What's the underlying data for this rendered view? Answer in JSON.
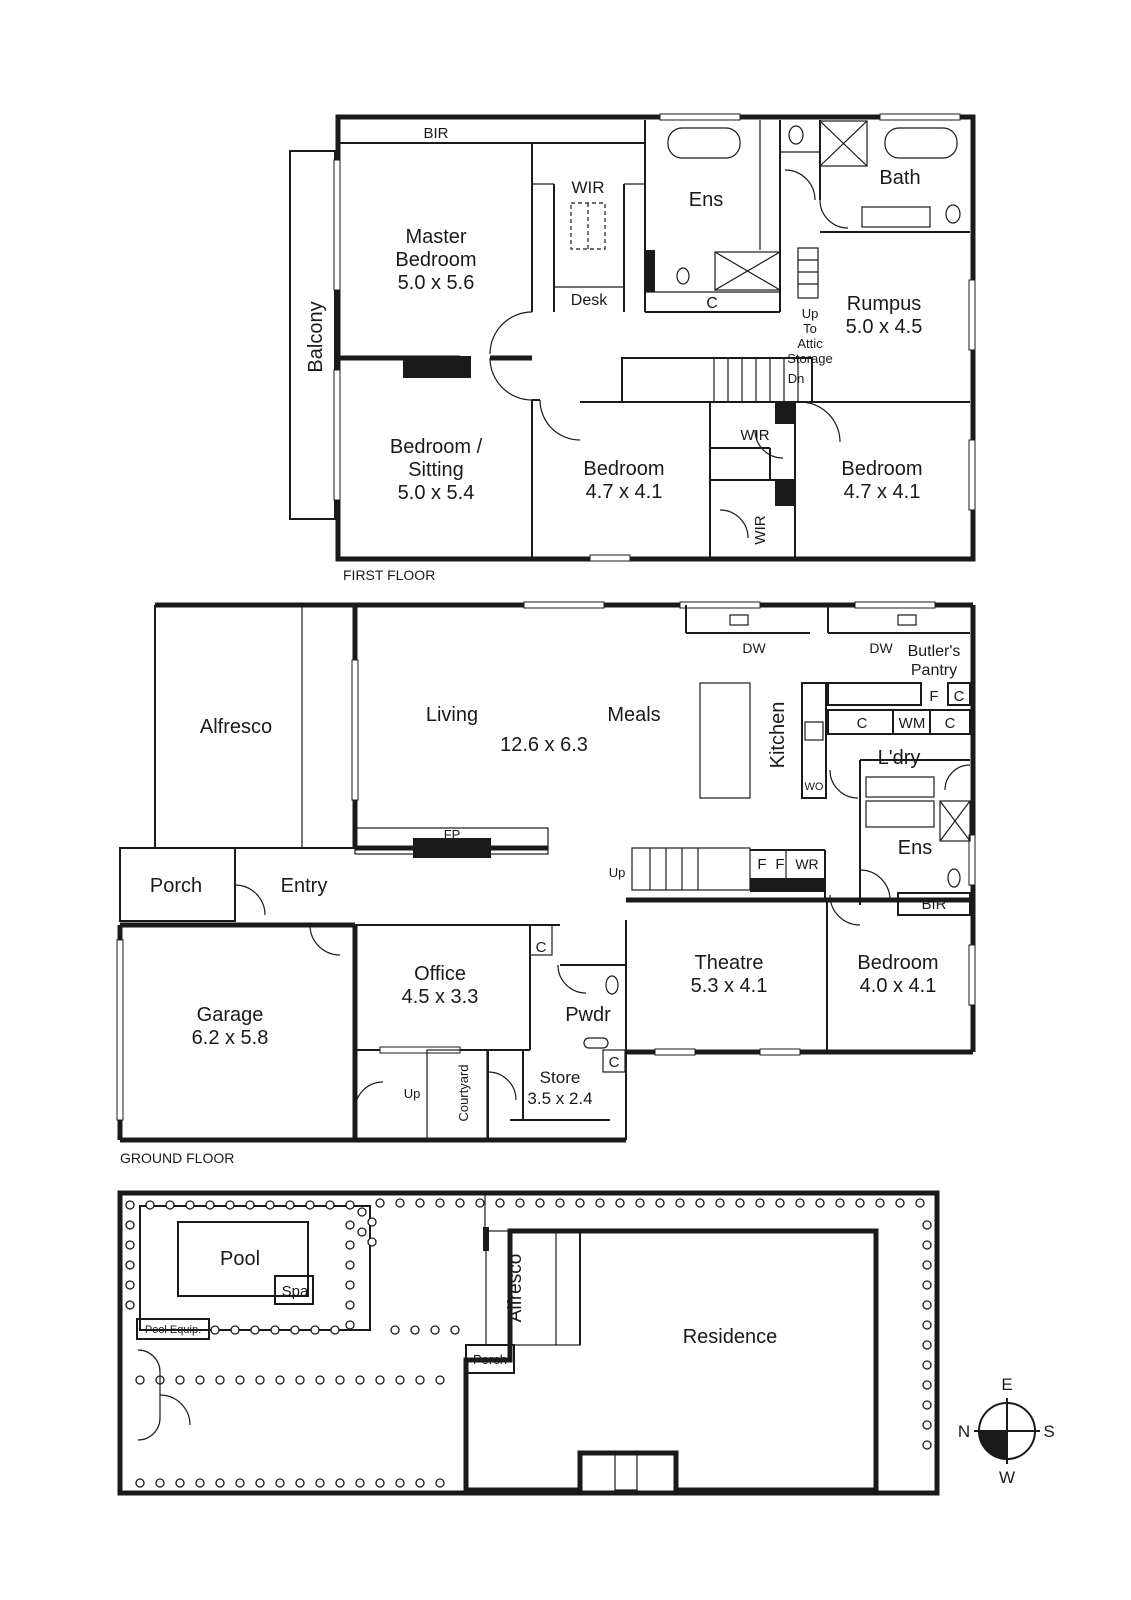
{
  "first_floor": {
    "caption": "FIRST FLOOR",
    "rooms": {
      "bir": "BIR",
      "wir": "WIR",
      "desk": "Desk",
      "ens": "Ens",
      "c": "C",
      "bath": "Bath",
      "balcony": "Balcony",
      "master_name_1": "Master",
      "master_name_2": "Bedroom",
      "master_size": "5.0 x 5.6",
      "rumpus_name": "Rumpus",
      "rumpus_size": "5.0 x 4.5",
      "attic_1": "Up",
      "attic_2": "To",
      "attic_3": "Attic",
      "attic_4": "Storage",
      "dn": "Dn",
      "bed_sit_name_1": "Bedroom /",
      "bed_sit_name_2": "Sitting",
      "bed_sit_size": "5.0 x 5.4",
      "bed2_name": "Bedroom",
      "bed2_size": "4.7 x 4.1",
      "bed3_name": "Bedroom",
      "bed3_size": "4.7 x 4.1",
      "wir2": "WIR",
      "wir3": "WIR"
    }
  },
  "ground_floor": {
    "caption": "GROUND FLOOR",
    "rooms": {
      "alfresco": "Alfresco",
      "living": "Living",
      "meals": "Meals",
      "living_size": "12.6 x 6.3",
      "kitchen": "Kitchen",
      "dw1": "DW",
      "dw2": "DW",
      "butlers_1": "Butler's",
      "butlers_2": "Pantry",
      "f1": "F",
      "c1": "C",
      "c2": "C",
      "wm": "WM",
      "c3": "C",
      "ldry": "L'dry",
      "wo": "WO",
      "ens": "Ens",
      "bir": "BIR",
      "fp": "FP",
      "up": "Up",
      "f2": "F",
      "f3": "F",
      "wr": "WR",
      "porch": "Porch",
      "entry": "Entry",
      "office_name": "Office",
      "office_size": "4.5 x 3.3",
      "c4": "C",
      "pwdr": "Pwdr",
      "theatre_name": "Theatre",
      "theatre_size": "5.3 x 4.1",
      "bedroom_name": "Bedroom",
      "bedroom_size": "4.0 x 4.1",
      "garage_name": "Garage",
      "garage_size": "6.2 x 5.8",
      "up2": "Up",
      "courtyard": "Courtyard",
      "store_name": "Store",
      "store_size": "3.5 x 2.4",
      "c5": "C"
    }
  },
  "site_plan": {
    "pool": "Pool",
    "spa": "Spa",
    "pool_equip": "Pool Equip.",
    "alfresco": "Alfresco",
    "porch": "Porch",
    "residence": "Residence"
  },
  "compass": {
    "e": "E",
    "n": "N",
    "s": "S",
    "w": "W"
  }
}
